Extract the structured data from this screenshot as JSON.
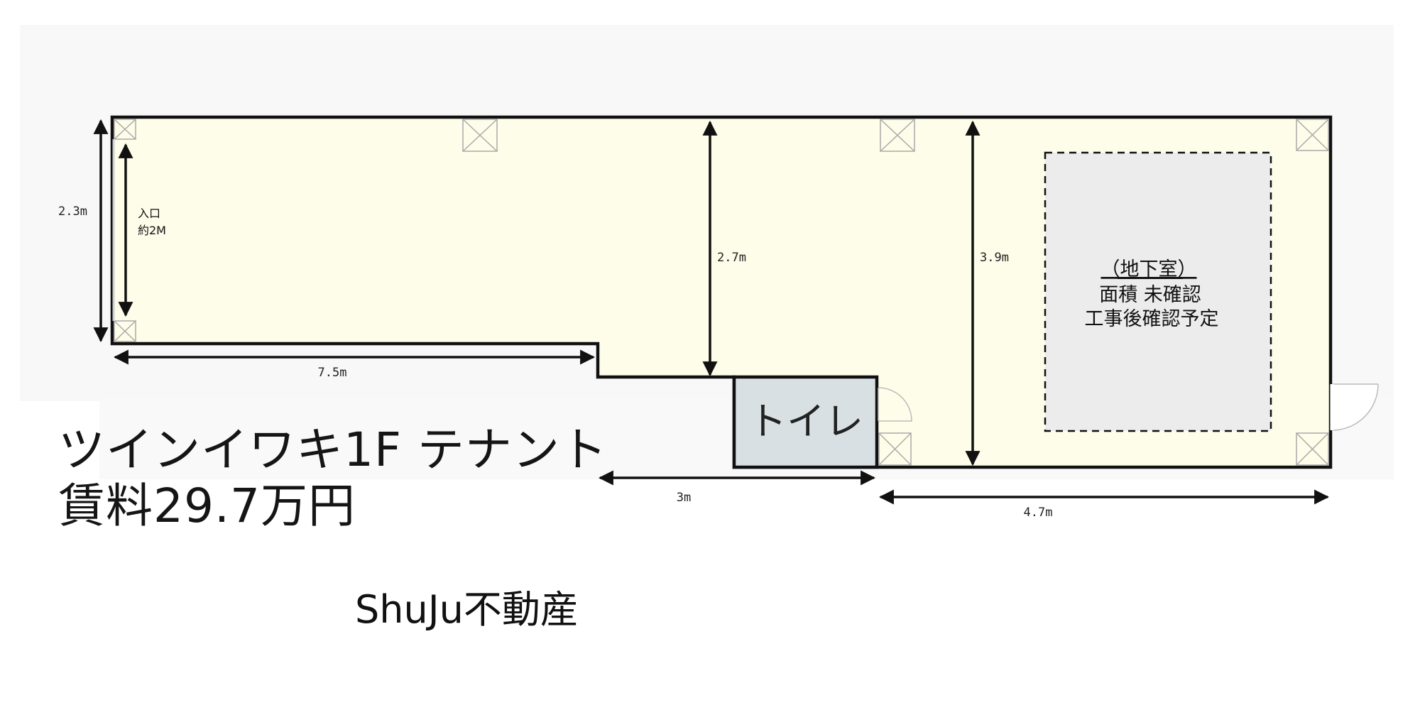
{
  "property": {
    "name": "ツインイワキ1F テナント",
    "rent": "賃料29.7万円",
    "agency": "ShuJu不動産"
  },
  "floorplan": {
    "entrance": {
      "line1": "入口",
      "line2": "約2M"
    },
    "toilet_label": "トイレ",
    "basement": {
      "title": "（地下室）",
      "line1": "面積 未確認",
      "line2": "工事後確認予定"
    },
    "dimensions": {
      "left_height": "2.3m",
      "entrance_width": "約2M",
      "middle_height": "2.7m",
      "right_height": "3.9m",
      "front_length": "7.5m",
      "toilet_length": "3m",
      "rear_length": "4.7m"
    }
  },
  "colors": {
    "floor": "#fdfde9",
    "walls": "#111111",
    "toilet_fill": "#d9e0e3",
    "basement_fill": "#ececec",
    "backdrop": "#f8f8f8"
  }
}
